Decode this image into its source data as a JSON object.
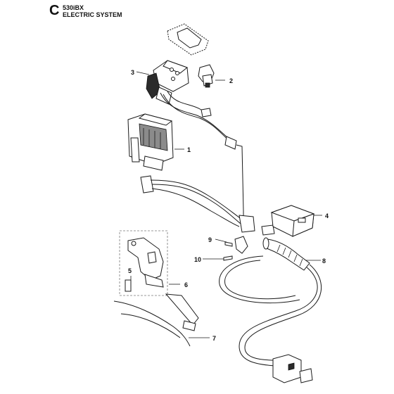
{
  "header": {
    "section_letter": "C",
    "model": "530iBX",
    "title": "ELECTRIC SYSTEM"
  },
  "callouts": [
    "1",
    "2",
    "3",
    "4",
    "5",
    "6",
    "7",
    "8",
    "9",
    "10"
  ]
}
